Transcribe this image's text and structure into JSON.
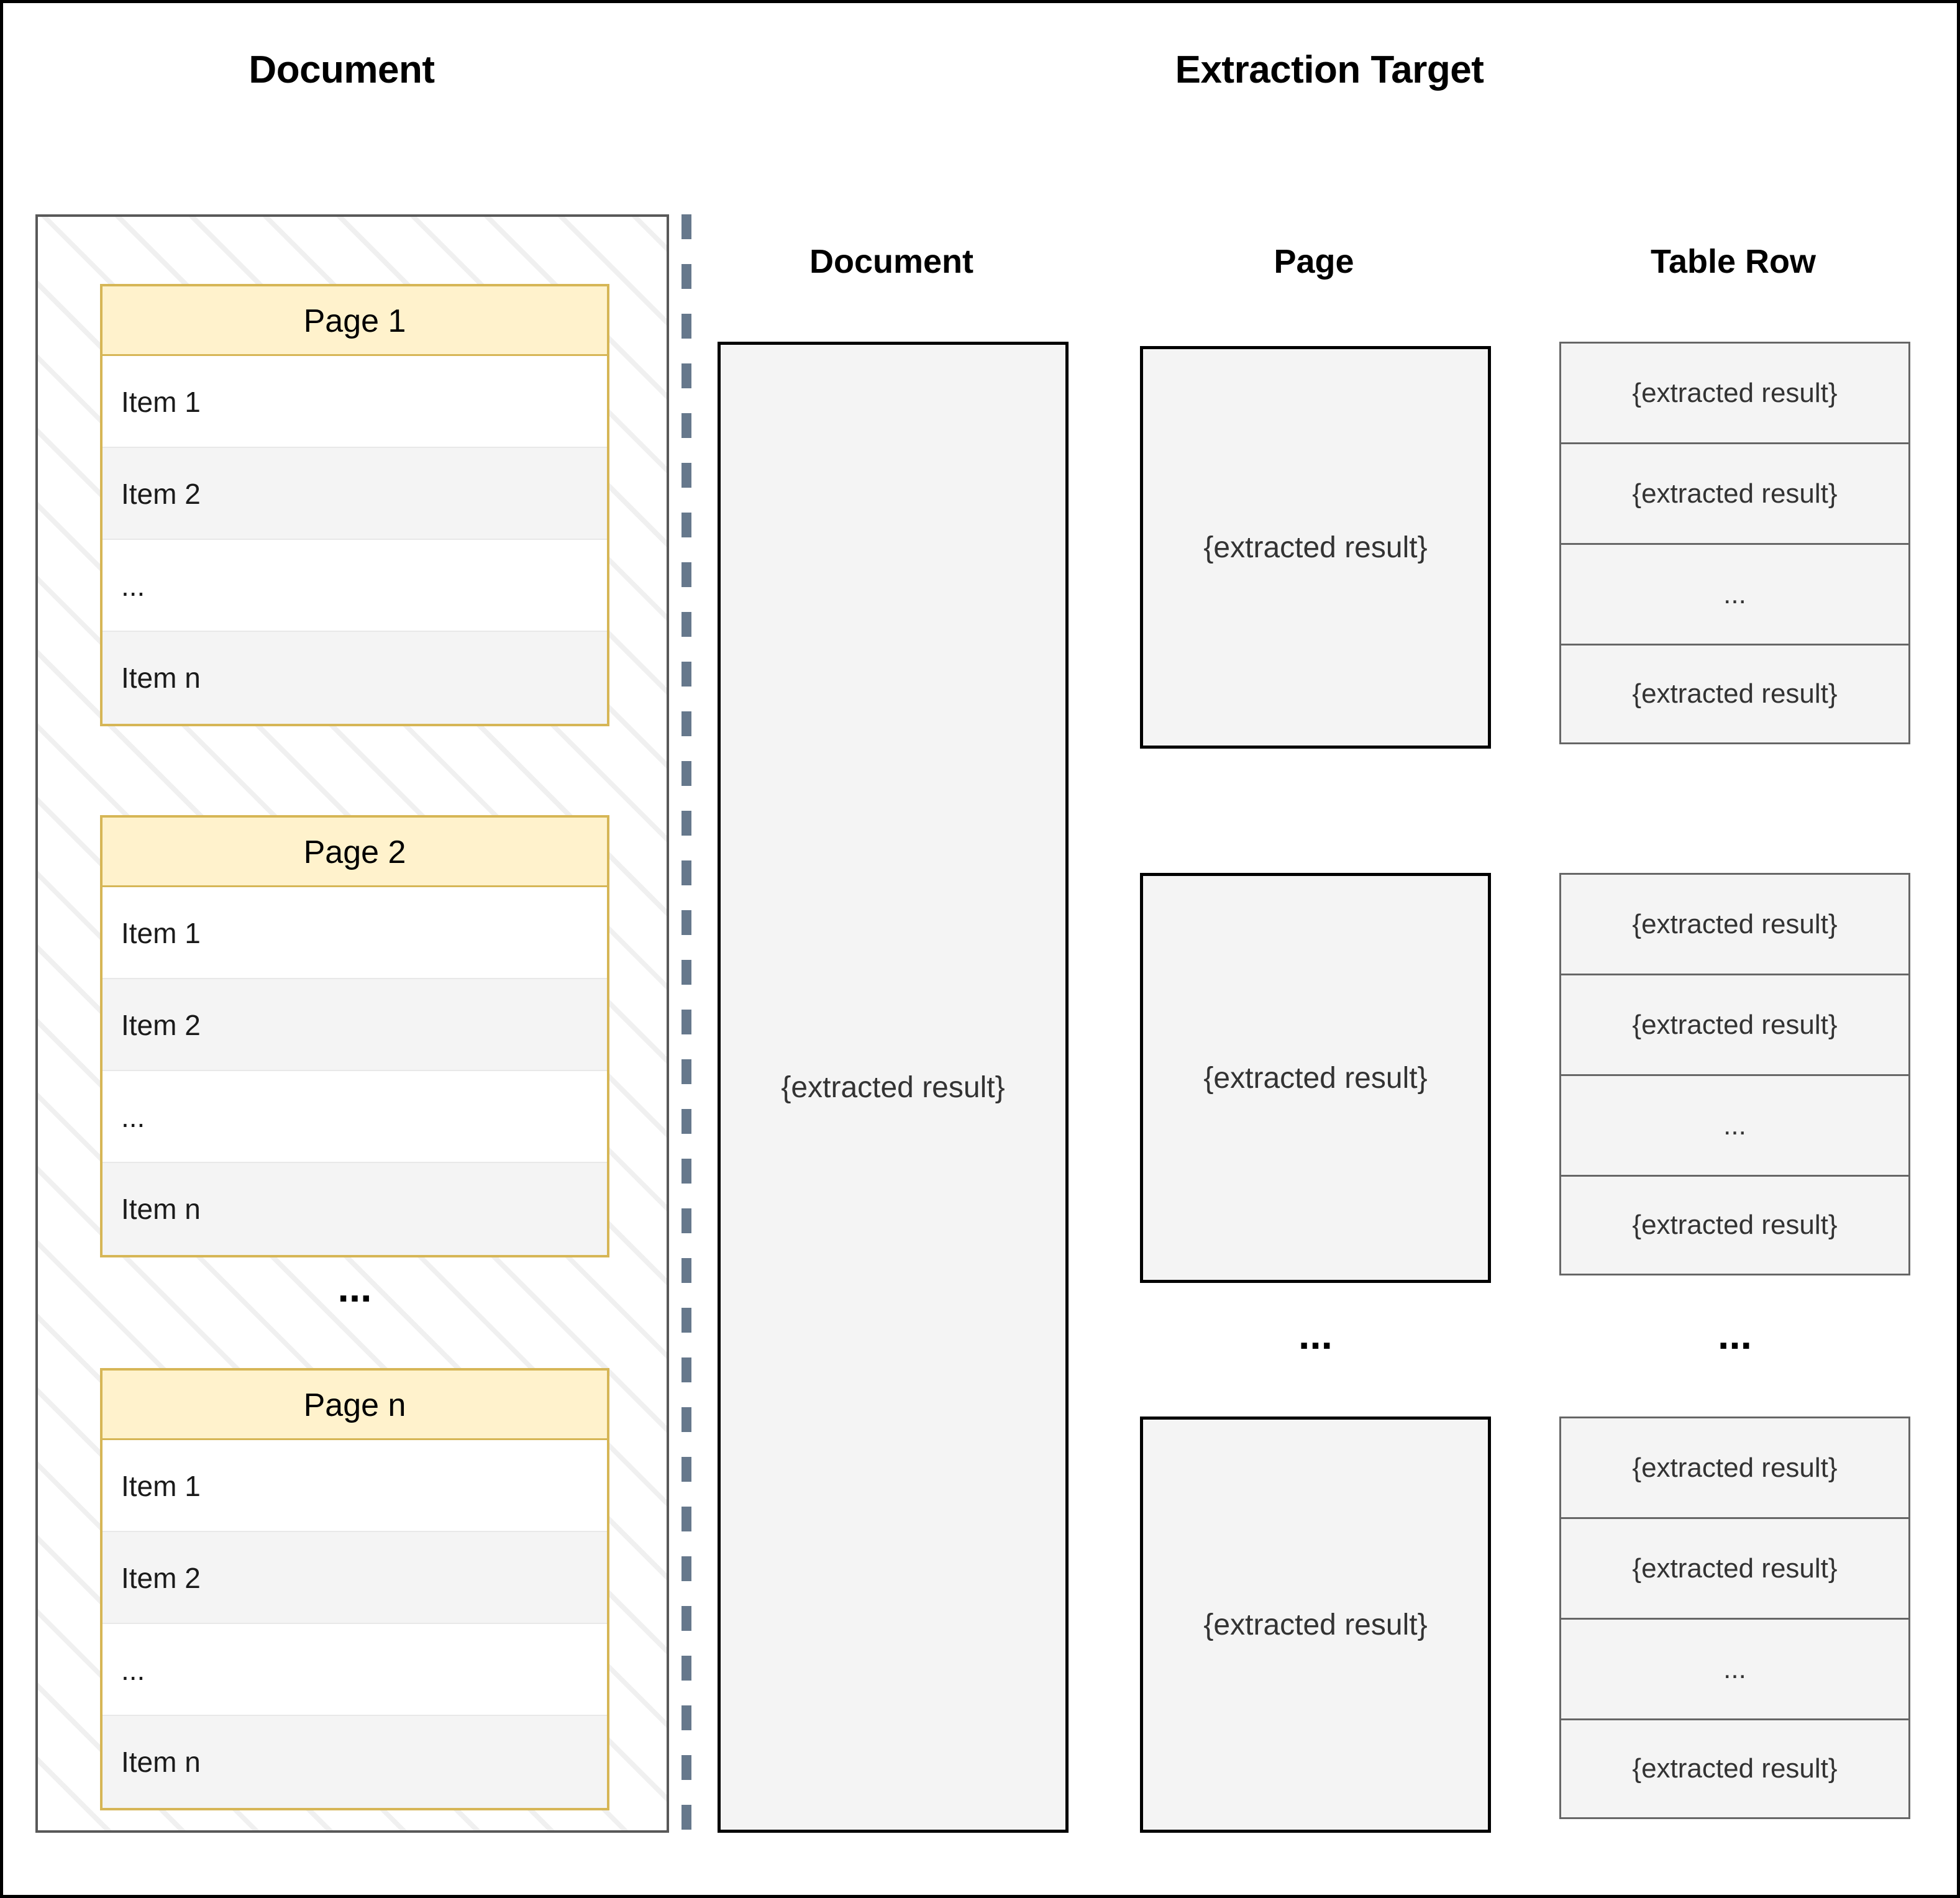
{
  "titles": {
    "left": "Document",
    "right": "Extraction Target"
  },
  "document_panel": {
    "ellipsis": "...",
    "pages": [
      {
        "header": "Page 1",
        "items": [
          "Item 1",
          "Item 2",
          "...",
          "Item n"
        ]
      },
      {
        "header": "Page 2",
        "items": [
          "Item 1",
          "Item 2",
          "...",
          "Item n"
        ]
      },
      {
        "header": "Page n",
        "items": [
          "Item 1",
          "Item 2",
          "...",
          "Item n"
        ]
      }
    ]
  },
  "extraction_panel": {
    "columns": [
      {
        "title": "Document"
      },
      {
        "title": "Page"
      },
      {
        "title": "Table Row"
      }
    ],
    "document_column": {
      "result": "{extracted result}"
    },
    "page_column": {
      "ellipsis": "...",
      "boxes": [
        {
          "result": "{extracted result}"
        },
        {
          "result": "{extracted result}"
        },
        {
          "result": "{extracted result}"
        }
      ]
    },
    "table_row_column": {
      "ellipsis": "...",
      "groups": [
        {
          "cells": [
            "{extracted result}",
            "{extracted result}",
            "...",
            "{extracted result}"
          ]
        },
        {
          "cells": [
            "{extracted result}",
            "{extracted result}",
            "...",
            "{extracted result}"
          ]
        },
        {
          "cells": [
            "{extracted result}",
            "{extracted result}",
            "...",
            "{extracted result}"
          ]
        }
      ]
    }
  },
  "colors": {
    "page_header_fill": "#fff2cc",
    "page_header_border": "#d6b656",
    "divider": "#66788c",
    "box_fill": "#f4f4f4",
    "box_border": "#000000",
    "tablerow_border": "#666666",
    "container_border": "#595959",
    "hatch": "#f0f0f0"
  }
}
